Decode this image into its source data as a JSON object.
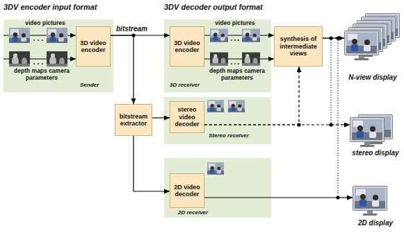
{
  "diagram": {
    "nodes": [
      {
        "text": [
          "3DV encoder input format",
          "video pictures",
          "depth maps camera parameters",
          "Sender"
        ]
      },
      {
        "text": [
          "3D video encoder"
        ],
        "in": 0
      },
      {
        "text": [
          "3DV decoder output format",
          "video pictures",
          "depth maps camera parameters",
          "3D receiver"
        ]
      },
      {
        "text": [
          "3D video encoder"
        ],
        "in": 2
      },
      {
        "text": [
          "synthesis of intermediate views"
        ]
      },
      {
        "text": [
          "bitstream extractor"
        ]
      },
      {
        "text": [
          "Stereo receiver"
        ]
      },
      {
        "text": [
          "stereo video decoder"
        ],
        "in": 6
      },
      {
        "text": [
          "2D receiver"
        ]
      },
      {
        "text": [
          "2D video decoder"
        ],
        "in": 8
      },
      {
        "text": [
          "N-view display"
        ]
      },
      {
        "text": [
          "stereo display"
        ]
      },
      {
        "text": [
          "2D display"
        ]
      }
    ],
    "edges": [
      {
        "from": 1,
        "to": 3,
        "arrow": "to",
        "label": "bitstream"
      },
      {
        "from": 1,
        "to": 5,
        "arrow": "to"
      },
      {
        "from": 3,
        "to": 4,
        "arrow": "to"
      },
      {
        "from": 3,
        "to": 4,
        "arrow": "to"
      },
      {
        "from": 4,
        "to": 10,
        "arrow": "to"
      },
      {
        "from": 5,
        "to": 7,
        "arrow": "to"
      },
      {
        "from": 5,
        "to": 9,
        "arrow": "to"
      },
      {
        "from": 7,
        "to": 4,
        "arrow": "to"
      },
      {
        "from": 7,
        "to": 11,
        "arrow": "to"
      },
      {
        "from": 4,
        "to": 11,
        "arrow": "to"
      },
      {
        "from": 4,
        "to": 12,
        "arrow": "to"
      },
      {
        "from": 9,
        "to": 12,
        "arrow": "to"
      }
    ]
  }
}
